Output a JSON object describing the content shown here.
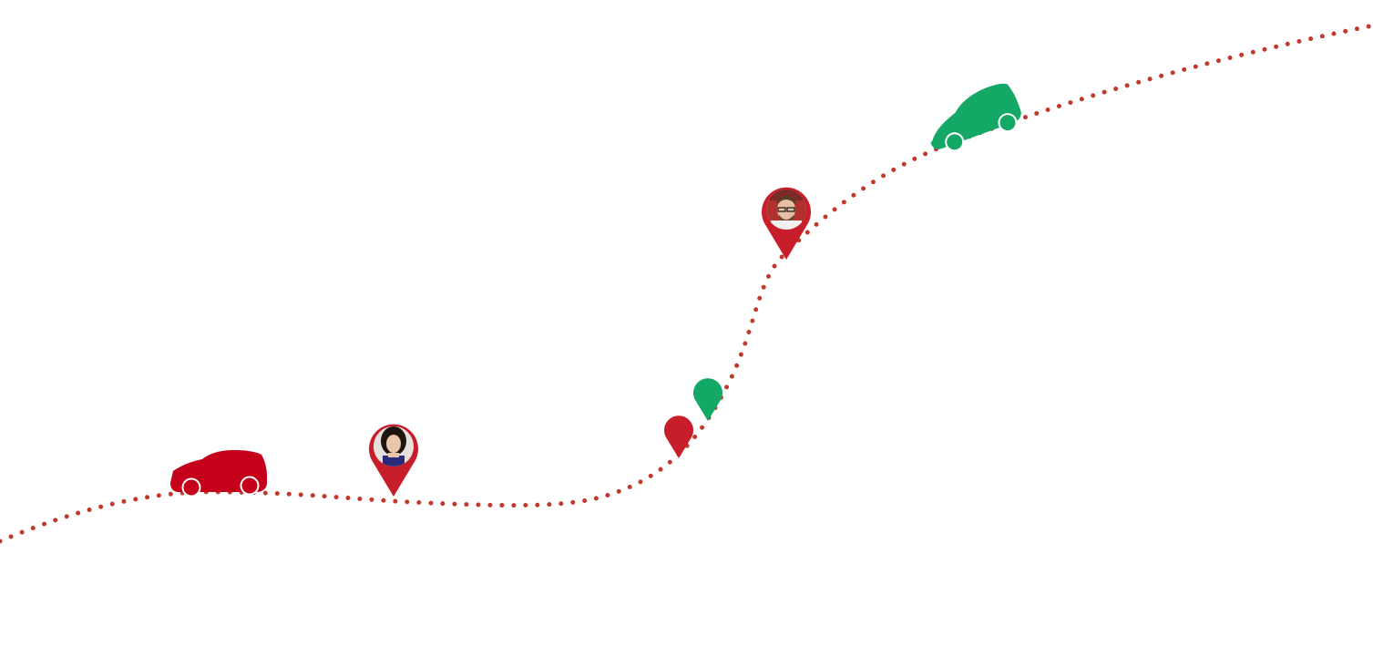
{
  "scene": {
    "route": {
      "color": "#c0392b",
      "style": "dotted"
    },
    "vehicles": [
      {
        "role": "start-car",
        "color": "#c4001a"
      },
      {
        "role": "end-car",
        "color": "#13a866"
      }
    ],
    "pins": [
      {
        "role": "person-pin-woman",
        "color": "#c81e2b"
      },
      {
        "role": "person-pin-man",
        "color": "#c81e2b"
      },
      {
        "role": "plain-pin-red",
        "color": "#c81e2b"
      },
      {
        "role": "plain-pin-green",
        "color": "#13a866"
      }
    ]
  }
}
